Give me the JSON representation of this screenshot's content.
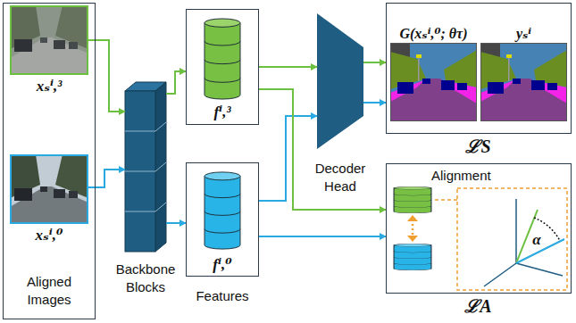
{
  "diagram": {
    "nodes": [
      {
        "text": [
          "Aligned Images"
        ]
      },
      {
        "text": [
          "xₛⁱ,³"
        ],
        "in": 0
      },
      {
        "text": [
          "xₛⁱ,⁰"
        ],
        "in": 0
      },
      {
        "text": [
          "Backbone Blocks"
        ]
      },
      {
        "text": [
          "fⁱ,³"
        ]
      },
      {
        "text": [
          "fⁱ,⁰"
        ]
      },
      {
        "text": [
          "Decoder Head"
        ]
      },
      {
        "text": [
          "ℒS"
        ]
      },
      {
        "text": [
          "G(xₛⁱ,⁰; θτ)"
        ],
        "in": 7
      },
      {
        "text": [
          "yₛⁱ"
        ],
        "in": 7
      },
      {
        "text": [
          "Alignment",
          "ℒA"
        ]
      }
    ],
    "edges": [
      {
        "from": 1,
        "to": 3,
        "arrow": "to"
      },
      {
        "from": 2,
        "to": 3,
        "arrow": "to"
      },
      {
        "from": 3,
        "to": 4,
        "arrow": "to"
      },
      {
        "from": 3,
        "to": 5,
        "arrow": "to"
      },
      {
        "from": 4,
        "to": 6,
        "arrow": "to"
      },
      {
        "from": 5,
        "to": 6,
        "arrow": "to"
      },
      {
        "from": 4,
        "to": 10,
        "arrow": "to"
      },
      {
        "from": 5,
        "to": 10,
        "arrow": "to"
      },
      {
        "from": 6,
        "to": 7,
        "arrow": "to"
      },
      {
        "from": 6,
        "to": 7,
        "arrow": "to"
      }
    ],
    "labels": [
      "Features",
      "α"
    ]
  }
}
